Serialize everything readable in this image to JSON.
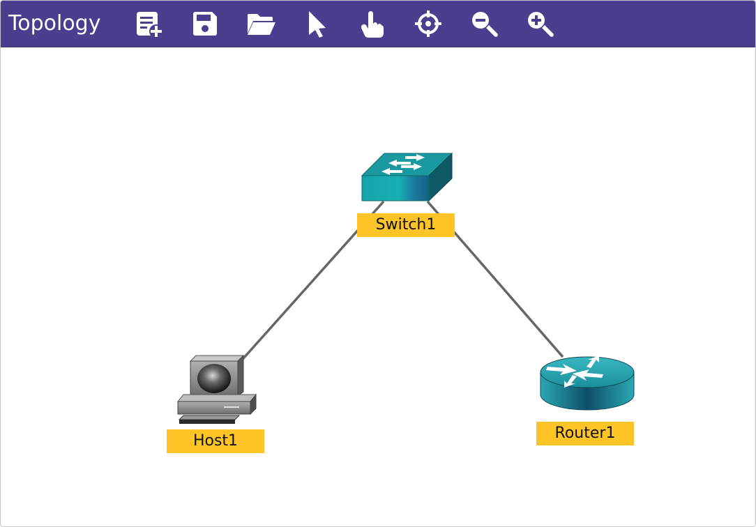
{
  "toolbar": {
    "title": "Topology",
    "tools": [
      {
        "name": "new-topology-icon"
      },
      {
        "name": "save-icon"
      },
      {
        "name": "open-folder-icon"
      },
      {
        "name": "select-pointer-icon"
      },
      {
        "name": "pan-hand-icon"
      },
      {
        "name": "center-crosshair-icon"
      },
      {
        "name": "zoom-out-icon"
      },
      {
        "name": "zoom-in-icon"
      }
    ],
    "background_color": "#4a3e8f"
  },
  "topology": {
    "nodes": [
      {
        "id": "switch1",
        "label": "Switch1",
        "type": "switch"
      },
      {
        "id": "host1",
        "label": "Host1",
        "type": "host"
      },
      {
        "id": "router1",
        "label": "Router1",
        "type": "router"
      }
    ],
    "links": [
      {
        "from": "Switch1",
        "to": "Host1"
      },
      {
        "from": "Switch1",
        "to": "Router1"
      }
    ],
    "label_color": "#ffc425",
    "link_color": "#666666"
  }
}
